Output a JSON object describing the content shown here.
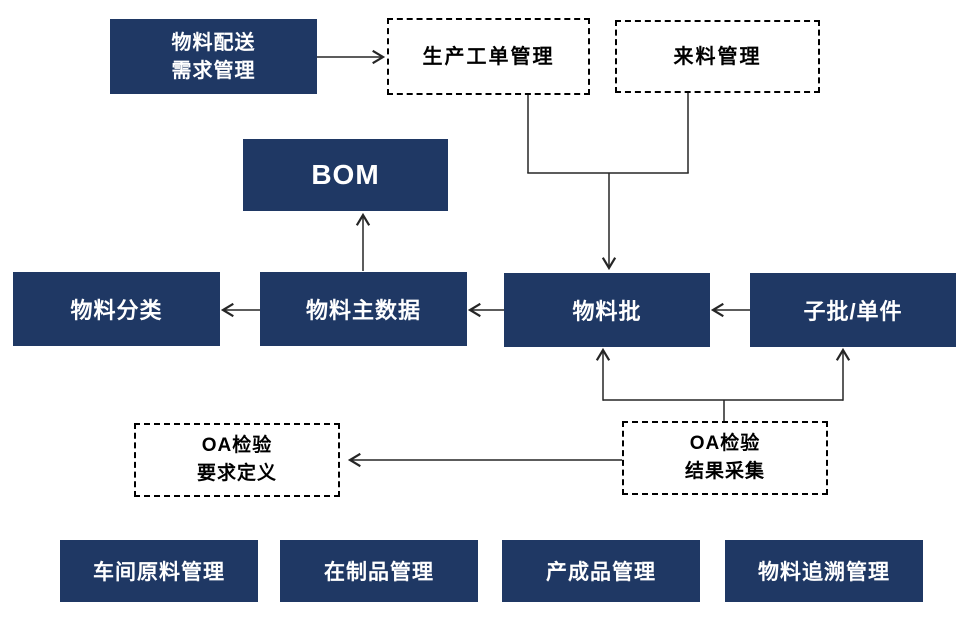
{
  "diagram": {
    "nodes": {
      "distribution": {
        "lines": [
          "物料配送",
          "需求管理"
        ]
      },
      "production_order": {
        "label": "生产工单管理"
      },
      "incoming": {
        "label": "来料管理"
      },
      "bom": {
        "label": "BOM"
      },
      "material_class": {
        "label": "物料分类"
      },
      "material_master": {
        "label": "物料主数据"
      },
      "material_batch": {
        "label": "物料批"
      },
      "sub_batch": {
        "label": "子批/单件"
      },
      "qa_requirement": {
        "lines": [
          "OA检验",
          "要求定义"
        ]
      },
      "qa_result": {
        "lines": [
          "OA检验",
          "结果采集"
        ]
      },
      "workshop_raw": {
        "label": "车间原料管理"
      },
      "wip": {
        "label": "在制品管理"
      },
      "finished": {
        "label": "产成品管理"
      },
      "traceability": {
        "label": "物料追溯管理"
      }
    },
    "edges": [
      {
        "from": "distribution",
        "to": "production_order"
      },
      {
        "from": "production_order",
        "to": "material_batch"
      },
      {
        "from": "incoming",
        "to": "material_batch"
      },
      {
        "from": "material_master",
        "to": "bom"
      },
      {
        "from": "material_batch",
        "to": "material_master"
      },
      {
        "from": "material_master",
        "to": "material_class"
      },
      {
        "from": "sub_batch",
        "to": "material_batch"
      },
      {
        "from": "qa_result",
        "to": "material_batch"
      },
      {
        "from": "qa_result",
        "to": "sub_batch"
      },
      {
        "from": "qa_result",
        "to": "qa_requirement"
      }
    ],
    "colors": {
      "solid_box": "#1f3864",
      "box_text": "#ffffff",
      "dashed_border": "#000000",
      "dashed_text": "#000000",
      "connector": "#262626",
      "canvas_bg": "#ffffff"
    }
  }
}
